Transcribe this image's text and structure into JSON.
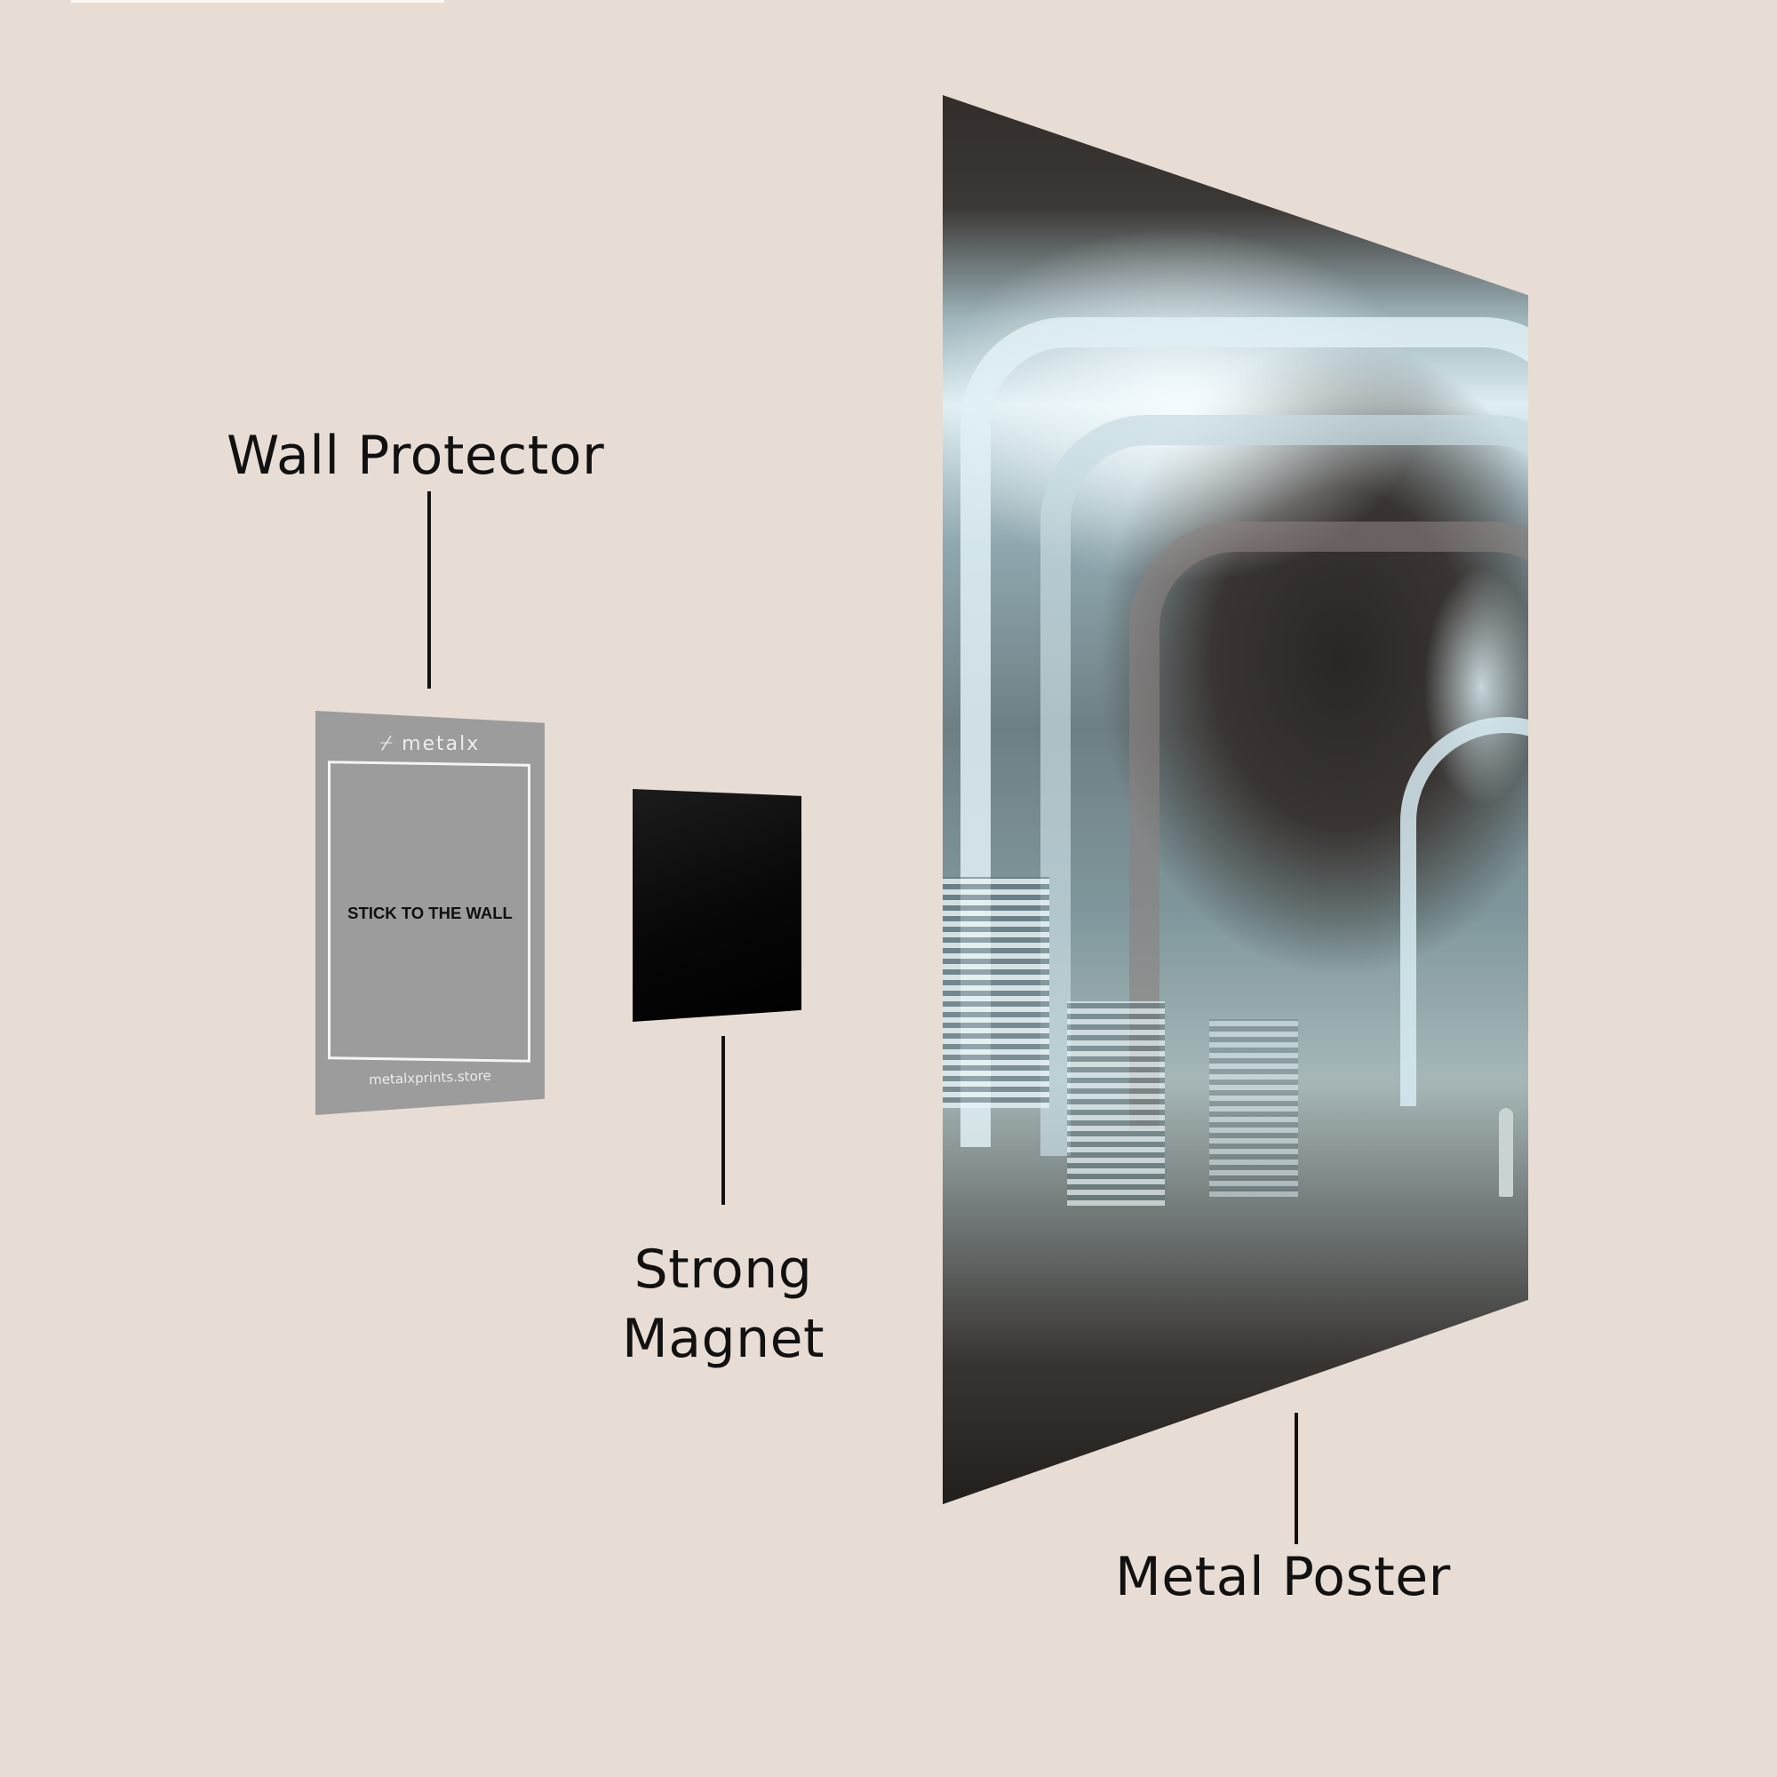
{
  "labels": {
    "wall_protector": "Wall Protector",
    "strong_magnet_line1": "Strong",
    "strong_magnet_line2": "Magnet",
    "metal_poster": "Metal Poster"
  },
  "wall_protector_plate": {
    "brand_mark": "⌿",
    "brand": "metalx",
    "instruction": "STICK TO THE WALL",
    "website": "metalxprints.store"
  },
  "colors": {
    "background": "#e8ddd5",
    "protector": "#9c9c9c",
    "magnet": "#050505",
    "text": "#111111"
  }
}
